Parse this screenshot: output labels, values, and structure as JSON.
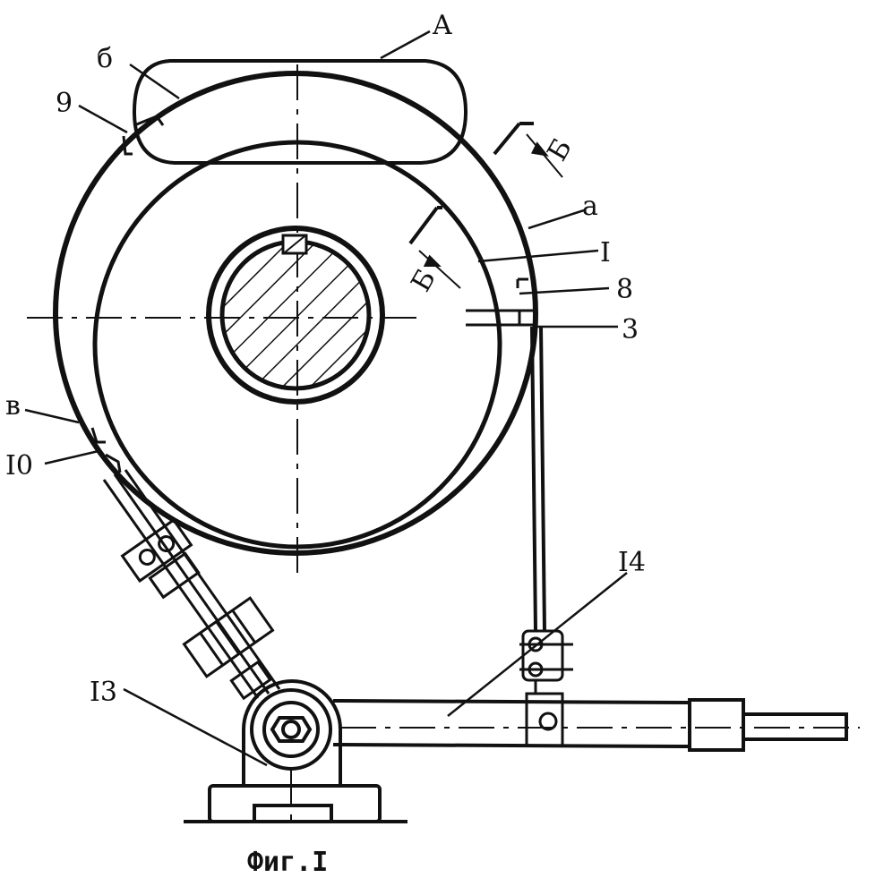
{
  "figure": {
    "caption": "Фиг.I",
    "labels": {
      "A": "A",
      "b": "б",
      "n9": "9",
      "B_upper": "Б",
      "a": "a",
      "n1": "I",
      "B_lower": "Б",
      "n8": "8",
      "n3": "3",
      "v": "в",
      "n10": "I0",
      "n14": "I4",
      "n13": "I3"
    }
  }
}
